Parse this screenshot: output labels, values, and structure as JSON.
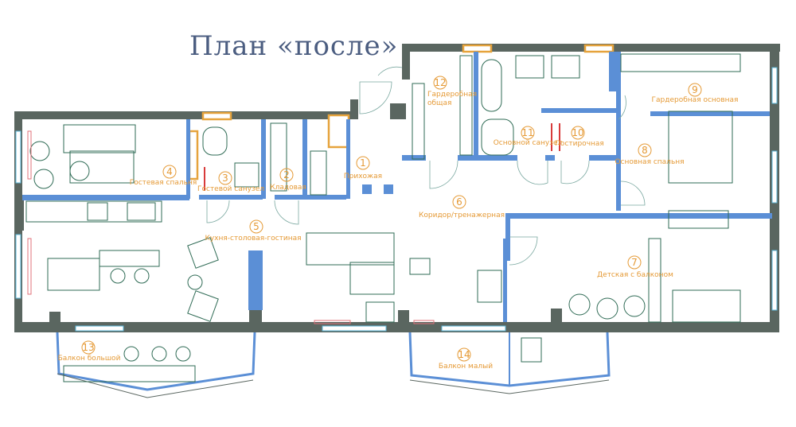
{
  "title": "План «после»",
  "rooms": [
    {
      "num": "1",
      "name": "Прихожая"
    },
    {
      "num": "2",
      "name": "Кладовая"
    },
    {
      "num": "3",
      "name": "Гостевой санузел"
    },
    {
      "num": "4",
      "name": "Гостевая спальня"
    },
    {
      "num": "5",
      "name": "Кухня-столовая-гостиная"
    },
    {
      "num": "6",
      "name": "Коридор/тренажерная"
    },
    {
      "num": "7",
      "name": "Детская с балконом"
    },
    {
      "num": "8",
      "name": "Основная спальня"
    },
    {
      "num": "9",
      "name": "Гардеробная основная"
    },
    {
      "num": "10",
      "name": "Постирочная"
    },
    {
      "num": "11",
      "name": "Основной санузел"
    },
    {
      "num": "12",
      "name": "Гардеробная",
      "name2": "общая"
    },
    {
      "num": "13",
      "name": "Балкон большой"
    },
    {
      "num": "14",
      "name": "Балкон малый"
    }
  ],
  "colors": {
    "wall": "#5a6660",
    "partition": "#5b8fd6",
    "label": "#e59a36",
    "title": "#4b5d80"
  }
}
